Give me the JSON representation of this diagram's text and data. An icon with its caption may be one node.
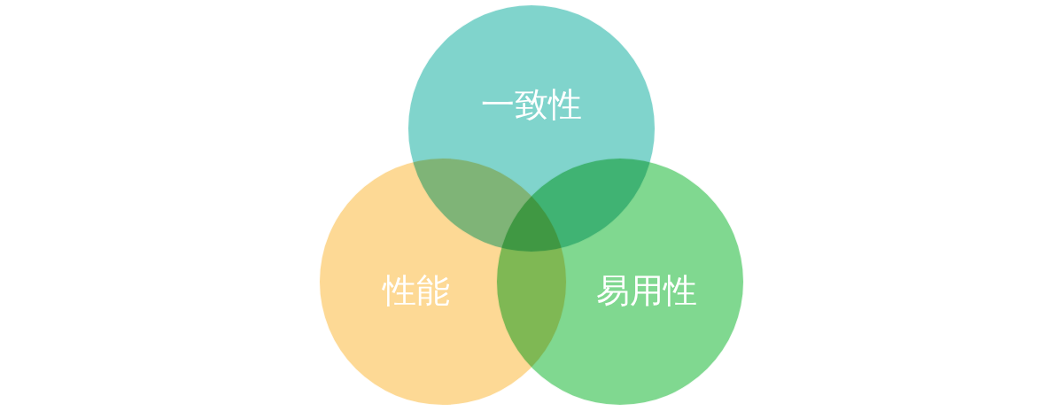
{
  "diagram": {
    "nodes": [
      {
        "text": [
          "一致性"
        ]
      },
      {
        "text": [
          "性能"
        ]
      },
      {
        "text": [
          "易用性"
        ]
      }
    ]
  }
}
